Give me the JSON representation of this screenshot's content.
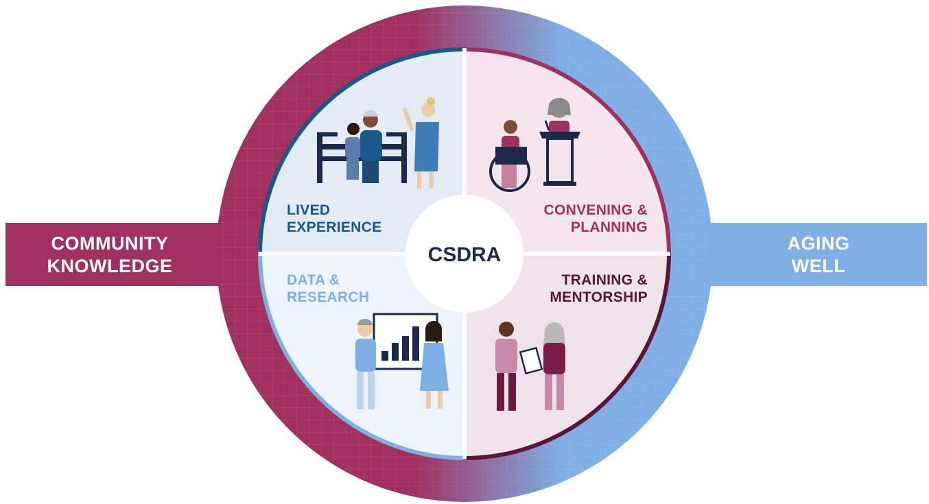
{
  "left_banner": {
    "line1": "COMMUNITY",
    "line2": "KNOWLEDGE"
  },
  "right_banner": {
    "line1": "AGING",
    "line2": "WELL"
  },
  "center": {
    "label": "CSDRA"
  },
  "quadrants": {
    "top_left": {
      "line1": "LIVED",
      "line2": "EXPERIENCE"
    },
    "top_right": {
      "line1": "CONVENING &",
      "line2": "PLANNING"
    },
    "bottom_left": {
      "line1": "DATA &",
      "line2": "RESEARCH"
    },
    "bottom_right": {
      "line1": "TRAINING &",
      "line2": "MENTORSHIP"
    }
  },
  "colors": {
    "maroon": "#a0305e",
    "dark_maroon": "#5b1537",
    "light_blue": "#7eb0e6",
    "navy": "#1c2a4a",
    "dark_blue": "#17598a",
    "center_blue": "#1c2a4a"
  }
}
